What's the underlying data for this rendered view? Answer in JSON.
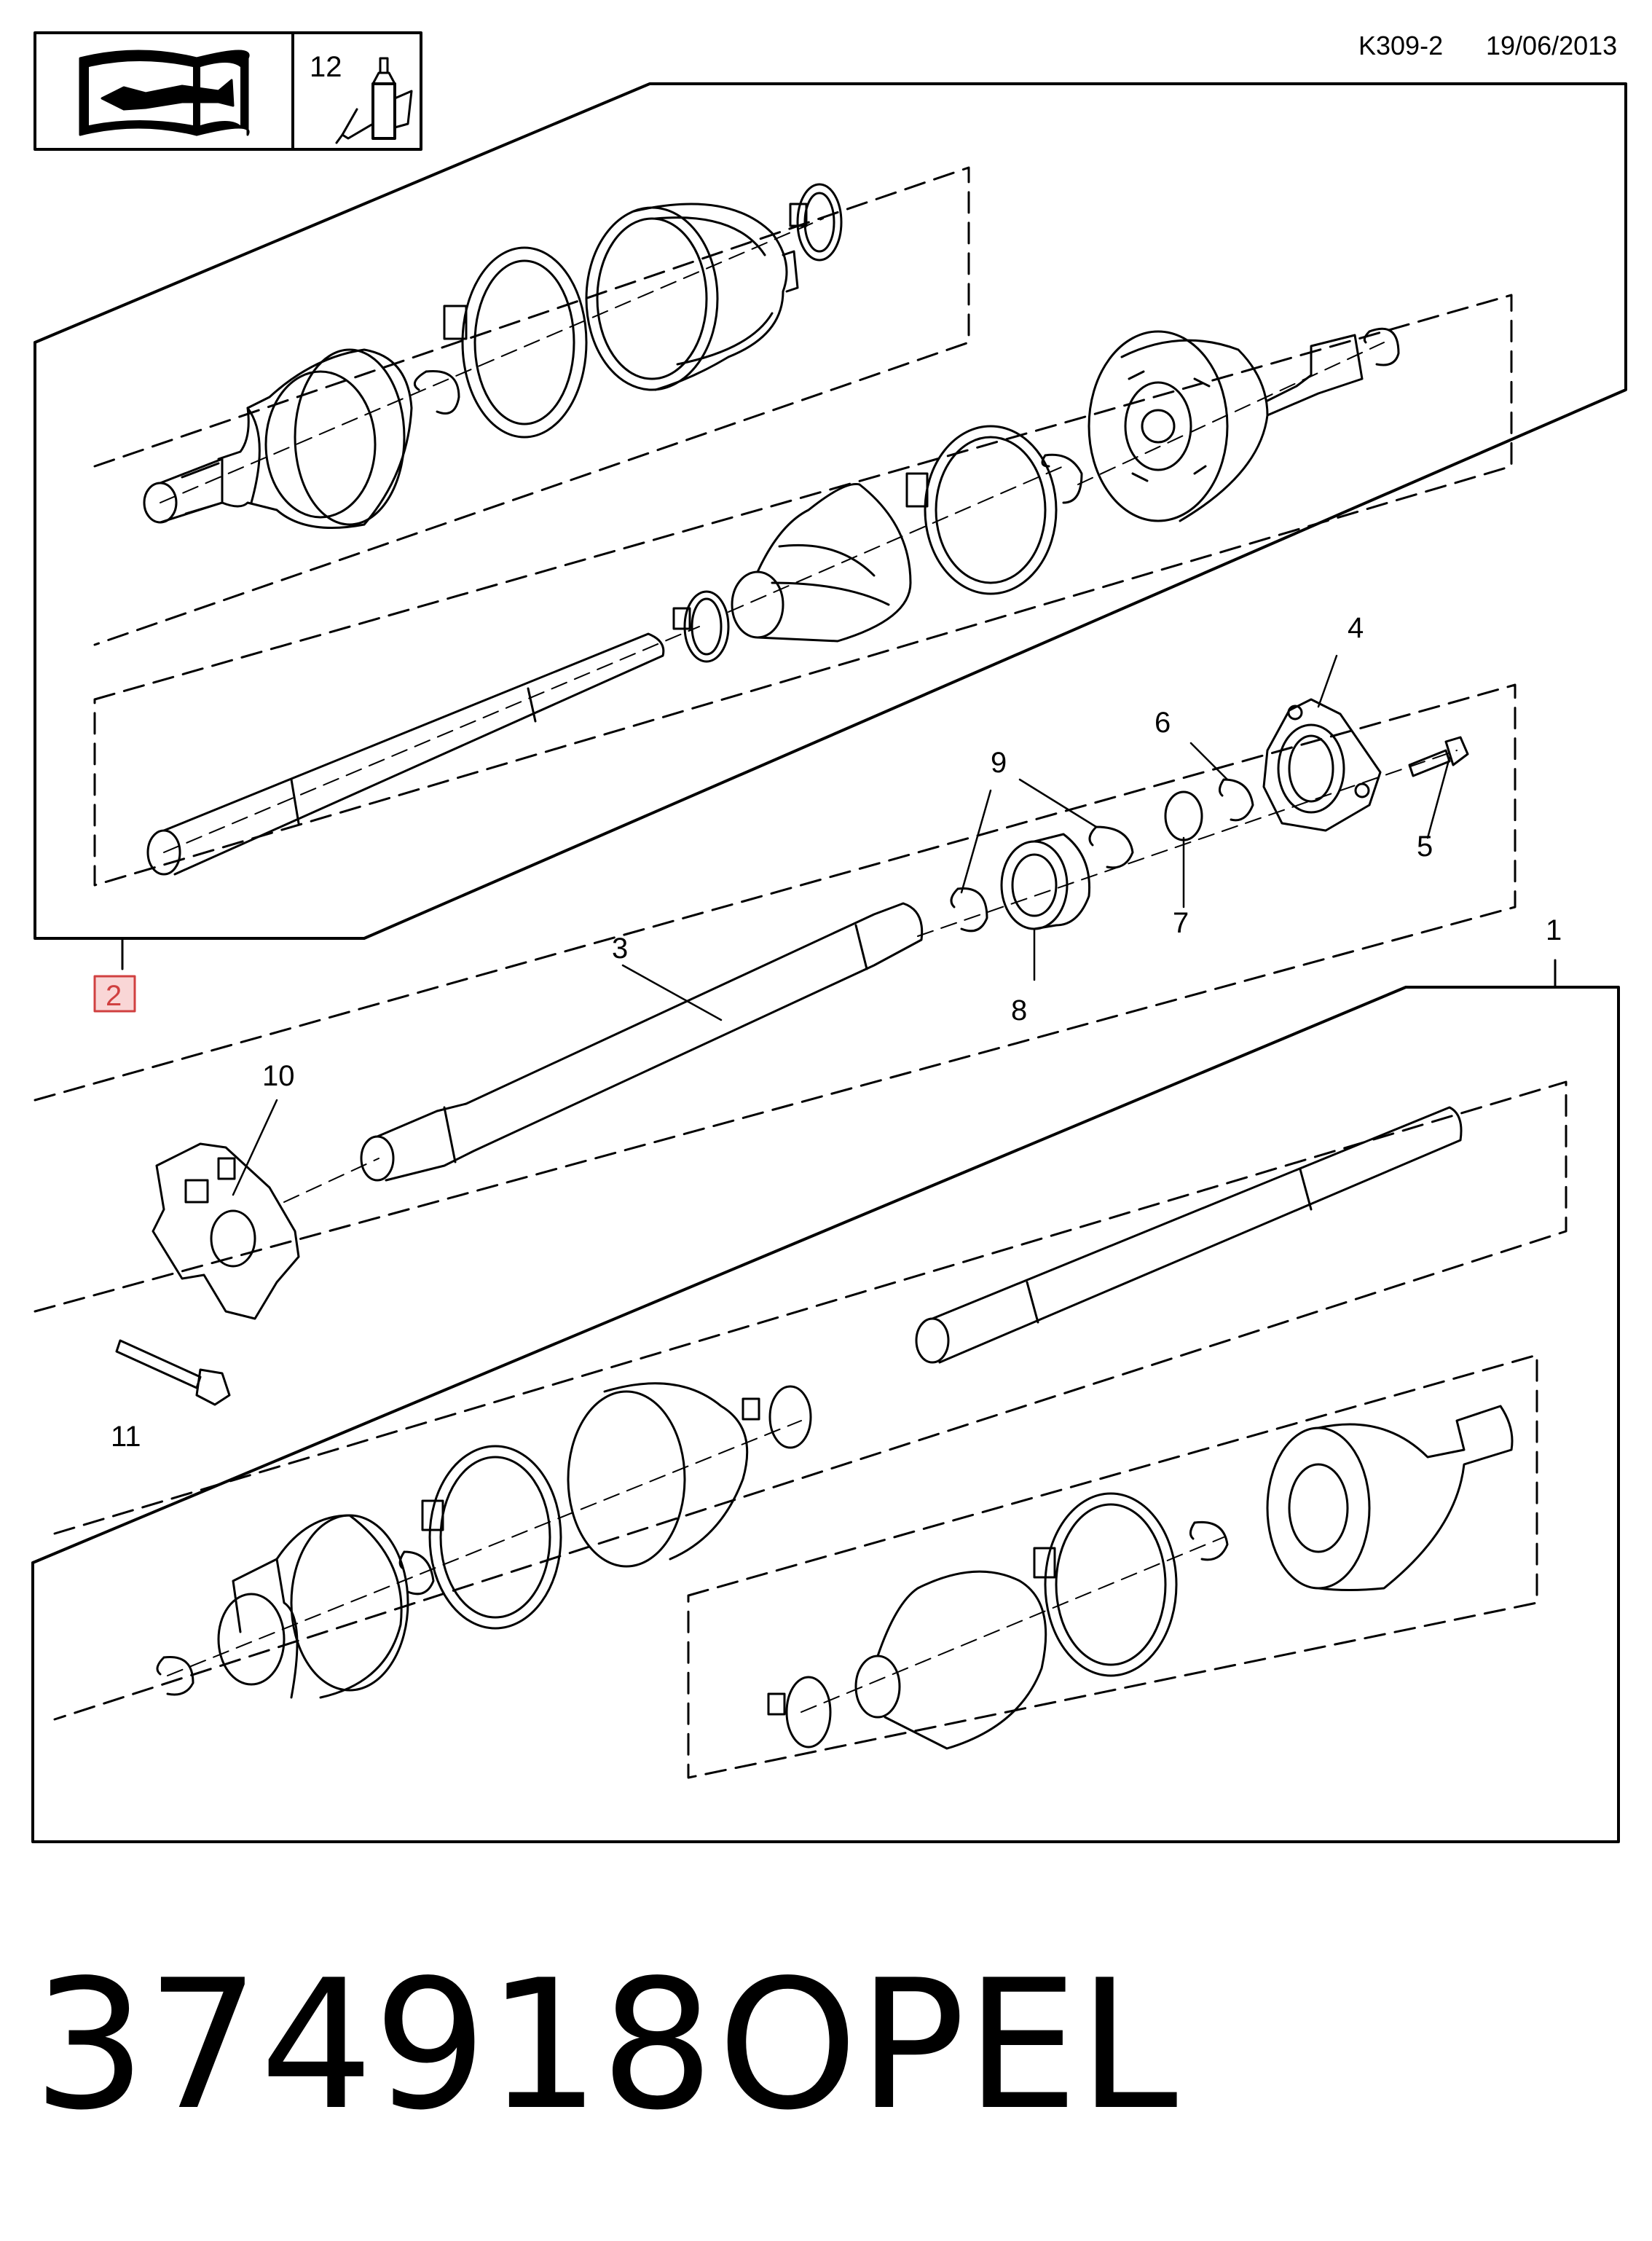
{
  "header": {
    "code": "K309-2",
    "date": "19/06/2013",
    "legend_qty": "12",
    "legend_icons": [
      "workshop-manual-icon",
      "lubricant-tube-icon"
    ]
  },
  "callouts": {
    "c1": "1",
    "c2": "2",
    "c3": "3",
    "c4": "4",
    "c5": "5",
    "c6": "6",
    "c7": "7",
    "c8": "8",
    "c9": "9",
    "c10": "10",
    "c11": "11"
  },
  "colors": {
    "line": "#000000",
    "highlight_fill": "#f9d6d6",
    "highlight_stroke": "#d04040",
    "highlight_text": "#d04040"
  },
  "footer": {
    "part_number": "374918",
    "brand": "OPEL"
  }
}
